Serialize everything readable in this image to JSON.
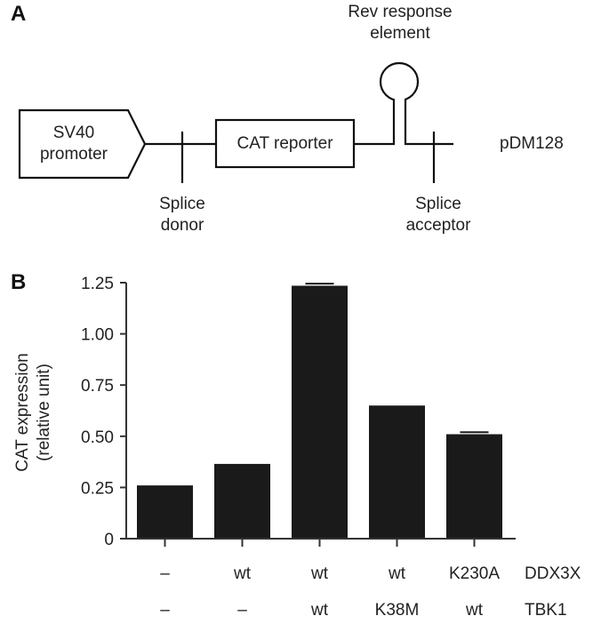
{
  "panel_a": {
    "label": "A",
    "promoter": {
      "line1": "SV40",
      "line2": "promoter"
    },
    "reporter": "CAT reporter",
    "rre": {
      "line1": "Rev response",
      "line2": "element"
    },
    "splice_donor": {
      "line1": "Splice",
      "line2": "donor"
    },
    "splice_acceptor": {
      "line1": "Splice",
      "line2": "acceptor"
    },
    "construct_name": "pDM128"
  },
  "panel_b": {
    "label": "B",
    "ylabel_line1": "CAT expression",
    "ylabel_line2": "(relative unit)",
    "yticks": [
      "0",
      "0.25",
      "0.50",
      "0.75",
      "1.00",
      "1.25"
    ],
    "rows": [
      {
        "name": "DDX3X",
        "values": [
          "–",
          "wt",
          "wt",
          "wt",
          "K230A"
        ]
      },
      {
        "name": "TBK1",
        "values": [
          "–",
          "–",
          "wt",
          "K38M",
          "wt"
        ]
      }
    ],
    "bar_color": "#1a1a1a"
  },
  "chart_data": {
    "type": "bar",
    "title": "",
    "categories": [
      "DDX3X – / TBK1 –",
      "DDX3X wt / TBK1 –",
      "DDX3X wt / TBK1 wt",
      "DDX3X wt / TBK1 K38M",
      "DDX3X K230A / TBK1 wt"
    ],
    "values": [
      0.26,
      0.365,
      1.235,
      0.65,
      0.51
    ],
    "error_bars": [
      0.0,
      0.0,
      0.01,
      0.0,
      0.01
    ],
    "xlabel": "",
    "ylabel": "CAT expression (relative unit)",
    "ylim": [
      0,
      1.25
    ],
    "yticks": [
      0,
      0.25,
      0.5,
      0.75,
      1.0,
      1.25
    ],
    "grid": false,
    "legend": null,
    "condition_rows": {
      "DDX3X": [
        "–",
        "wt",
        "wt",
        "wt",
        "K230A"
      ],
      "TBK1": [
        "–",
        "–",
        "wt",
        "K38M",
        "wt"
      ]
    }
  }
}
